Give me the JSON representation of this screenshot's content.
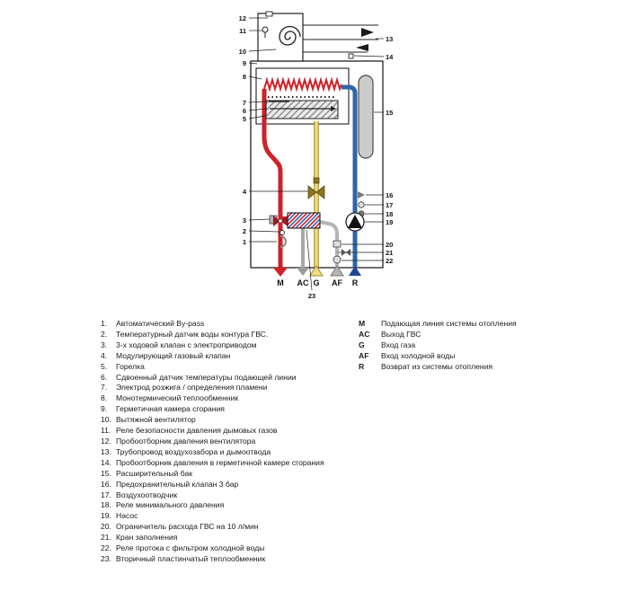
{
  "colors": {
    "red": "#cf2127",
    "blue": "#2e66ab",
    "dark_blue": "#1d4795",
    "yellow_light": "#f2dc82",
    "yellow_dark": "#a08b2c",
    "gray_pipe": "#a8a8a8",
    "outline": "#231f20"
  },
  "diagram": {
    "left_callouts": [
      "12",
      "11",
      "10",
      "9",
      "8",
      "7",
      "6",
      "5",
      "4",
      "3",
      "2",
      "1"
    ],
    "right_callouts": [
      "13",
      "14",
      "15",
      "16",
      "17",
      "18",
      "19",
      "20",
      "21",
      "22"
    ],
    "bottom_ports": [
      "M",
      "AC",
      "G",
      "AF",
      "R"
    ],
    "bottom_callout": "23"
  },
  "legend": {
    "items": [
      {
        "num": "1.",
        "text": "Автоматический By-pass"
      },
      {
        "num": "2.",
        "text": "Температурный датчик воды контура ГВС."
      },
      {
        "num": "3.",
        "text": "3-х ходовой клапан с электроприводом"
      },
      {
        "num": "4.",
        "text": "Модулирующий газовый клапан"
      },
      {
        "num": "5.",
        "text": "Горелка"
      },
      {
        "num": "6.",
        "text": "Сдвоенный датчик температуры подающей линии"
      },
      {
        "num": "7.",
        "text": "Электрод розжига / определения пламени"
      },
      {
        "num": "8.",
        "text": "Монотермический теплообменник"
      },
      {
        "num": "9.",
        "text": "Герметичная камера сгорания"
      },
      {
        "num": "10.",
        "text": "Вытяжной вентилятор"
      },
      {
        "num": "11.",
        "text": "Реле безопасности давления дымовых газов"
      },
      {
        "num": "12.",
        "text": "Пробоотборник давления вентилятора"
      },
      {
        "num": "13.",
        "text": "Трубопровод воздухозабора и дымоотвода"
      },
      {
        "num": "14.",
        "text": "Пробоотборник давления в герметичной камере сгорания"
      },
      {
        "num": "15.",
        "text": "Расширительный бак"
      },
      {
        "num": "16.",
        "text": "Предохранительный клапан 3 бар"
      },
      {
        "num": "17.",
        "text": "Воздухоотводчик"
      },
      {
        "num": "18.",
        "text": "Реле минимального давления"
      },
      {
        "num": "19.",
        "text": "Насос"
      },
      {
        "num": "20.",
        "text": "Ограничитель расхода ГВС на 10 л/мин"
      },
      {
        "num": "21.",
        "text": "Кран заполнения"
      },
      {
        "num": "22.",
        "text": "Реле протока с фильтром холодной воды"
      },
      {
        "num": "23.",
        "text": "Вторичный пластинчатый теплообменник"
      }
    ],
    "ports": [
      {
        "code": "M",
        "text": "Подающая линия системы отопления"
      },
      {
        "code": "AC",
        "text": "Выход ГВС"
      },
      {
        "code": "G",
        "text": "Вход газа"
      },
      {
        "code": "AF",
        "text": "Вход холодной воды"
      },
      {
        "code": "R",
        "text": "Возврат из системы отопления"
      }
    ]
  }
}
